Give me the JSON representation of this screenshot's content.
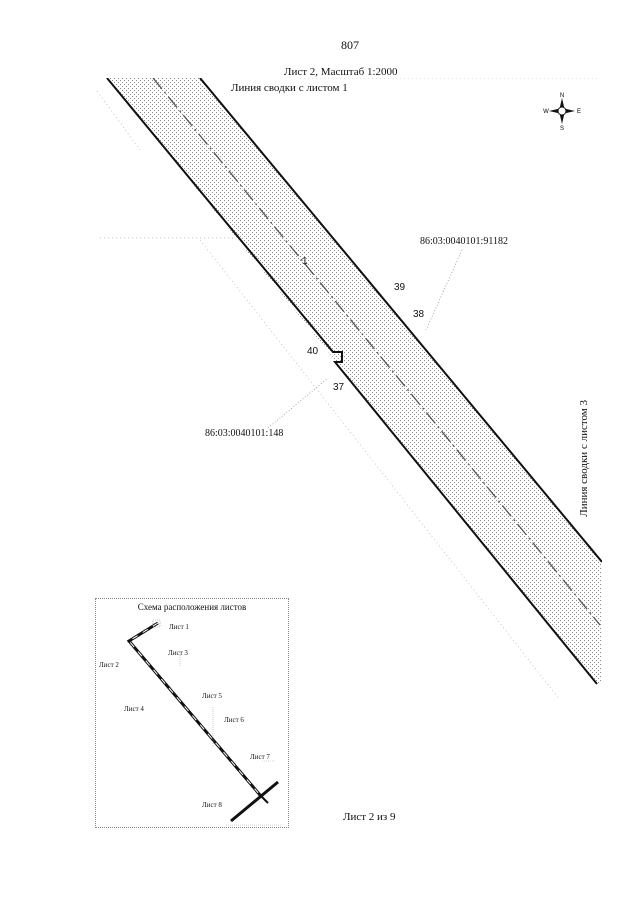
{
  "header": {
    "page_number": "807",
    "sheet_title": "Лист 2, Масштаб 1:2000"
  },
  "map": {
    "join_line_top": "Линия сводки с листом 1",
    "join_line_right": "Линия сводки с листом 3",
    "segment_label": "1",
    "points": [
      "39",
      "38",
      "40",
      "37"
    ],
    "parcels": [
      "86:03:0040101:91182",
      "86:03:0040101:148"
    ],
    "colors": {
      "line": "#111111",
      "hatch": "#7a7a7a",
      "grid": "#b0b0b0"
    }
  },
  "compass": {
    "n": "N",
    "s": "S",
    "e": "E",
    "w": "W"
  },
  "inset": {
    "title": "Схема расположения листов",
    "sheets": [
      "Лист 1",
      "Лист 2",
      "Лист 3",
      "Лист 4",
      "Лист 5",
      "Лист 6",
      "Лист 7",
      "Лист 8"
    ]
  },
  "footer": {
    "sheet_of": "Лист 2 из 9"
  }
}
